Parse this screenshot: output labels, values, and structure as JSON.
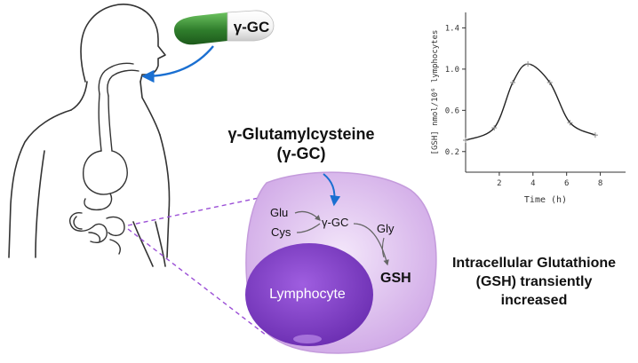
{
  "capsule": {
    "label": "γ-GC",
    "color_left": "#2f7d2c",
    "color_right": "#ffffff"
  },
  "compound_title": {
    "line1": "γ-Glutamylcysteine",
    "line2": "(γ-GC)"
  },
  "cell": {
    "label": "Lymphocyte",
    "reaction": {
      "input1": "Glu",
      "input2": "Cys",
      "intermediate": "γ-GC",
      "input3": "Gly",
      "product": "GSH"
    },
    "colors": {
      "outer": "#e3c9f0",
      "nucleus": "#8a44cf"
    }
  },
  "conclusion": {
    "line1": "Intracellular Glutathione",
    "line2": "(GSH) transiently",
    "line3": "increased"
  },
  "chart_data": {
    "type": "line",
    "xlabel": "Time (h)",
    "ylabel": "[GSH] nmol/10⁶ lymphocytes",
    "x_ticks": [
      2,
      4,
      6,
      8
    ],
    "y_ticks": [
      0.2,
      0.6,
      1.0,
      1.4
    ],
    "xlim": [
      0,
      9.5
    ],
    "ylim": [
      0,
      1.55
    ],
    "series": [
      {
        "x": [
          0,
          1.7,
          2.8,
          3.7,
          5.0,
          6.2,
          7.7
        ],
        "y": [
          0.31,
          0.43,
          0.87,
          1.05,
          0.87,
          0.48,
          0.36
        ]
      }
    ]
  }
}
